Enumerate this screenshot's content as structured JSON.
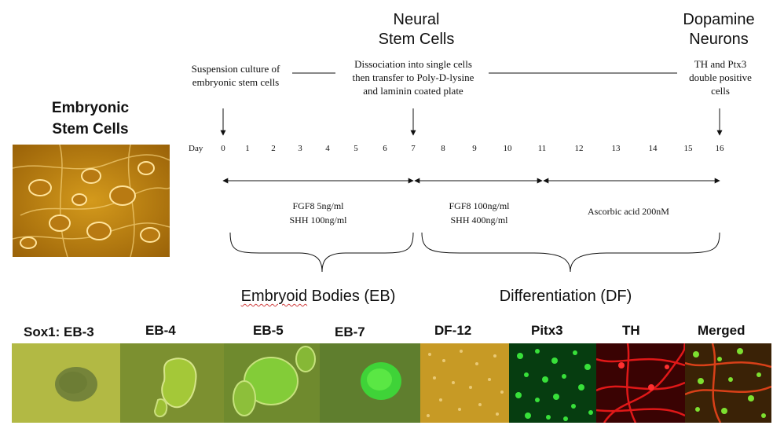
{
  "stages": {
    "neural_stem_cells": "Neural\nStem Cells",
    "dopamine_neurons": "Dopamine\nNeurons",
    "embryonic_stem_cells": "Embryonic\nStem Cells"
  },
  "notes": {
    "suspension": "Suspension culture of\nembryonic stem cells",
    "dissociation": "Dissociation into single cells\nthen transfer to Poly-D-lysine\nand laminin coated plate",
    "markers": "TH and Ptx3\ndouble positive\ncells"
  },
  "timeline": {
    "label": "Day",
    "days": [
      "0",
      "1",
      "2",
      "3",
      "4",
      "5",
      "6",
      "7",
      "8",
      "9",
      "10",
      "11",
      "12",
      "13",
      "14",
      "15",
      "16"
    ]
  },
  "treatments": {
    "first": "FGF8 5ng/ml\nSHH  100ng/ml",
    "second": "FGF8 100ng/ml\nSHH  400ng/ml",
    "third": "Ascorbic acid 200nM"
  },
  "phases": {
    "eb": "Embryoid Bodies (EB)",
    "df": "Differentiation (DF)"
  },
  "panels": {
    "sox1_prefix": "Sox1:",
    "labels": [
      "EB-3",
      "EB-4",
      "EB-5",
      "EB-7",
      "DF-12",
      "Pitx3",
      "TH",
      "Merged"
    ]
  },
  "colors": {
    "esc_photo": "#c78a12",
    "eb_background": "#a7b437",
    "gfp_green": "#37e03a",
    "th_red": "#e01818"
  }
}
